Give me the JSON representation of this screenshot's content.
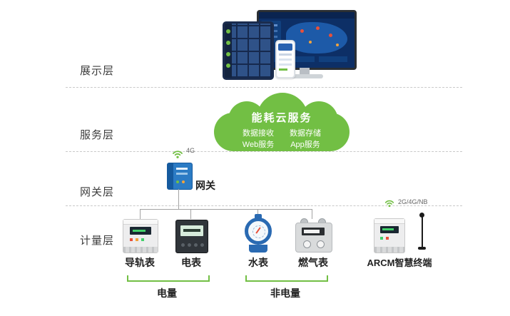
{
  "colors": {
    "green": "#72bf44",
    "gateway_blue": "#2b7bc4",
    "water_blue": "#2a6ab2",
    "line_gray": "#a3a3a3",
    "dash_gray": "#c9c9c9"
  },
  "layers": [
    {
      "id": "display",
      "label": "展示层"
    },
    {
      "id": "service",
      "label": "服务层"
    },
    {
      "id": "gateway",
      "label": "网关层"
    },
    {
      "id": "metering",
      "label": "计量层"
    }
  ],
  "cloud": {
    "title": "能耗云服务",
    "items": [
      {
        "label": "数据接收"
      },
      {
        "label": "数据存储"
      },
      {
        "label": "Web服务"
      },
      {
        "label": "App服务"
      }
    ]
  },
  "gateway": {
    "label": "网关",
    "network": "4G"
  },
  "terminal": {
    "label": "ARCM智慧终端",
    "network": "2G/4G/NB"
  },
  "meters": [
    {
      "label": "导轨表"
    },
    {
      "label": "电表"
    },
    {
      "label": "水表"
    },
    {
      "label": "燃气表"
    }
  ],
  "groups": [
    {
      "label": "电量"
    },
    {
      "label": "非电量"
    }
  ]
}
